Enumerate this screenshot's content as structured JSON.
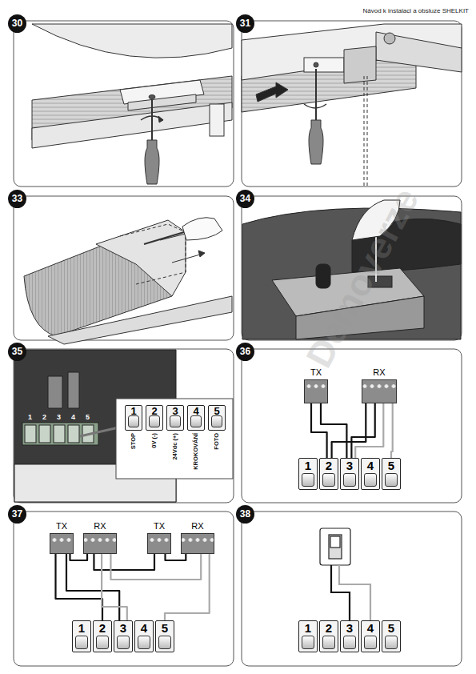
{
  "diagram": {
    "nodes": [
      {
        "text": [
          "1",
          "STOP"
        ]
      },
      {
        "text": [
          "2",
          "0V (-)"
        ]
      },
      {
        "text": [
          "3",
          "24Vdc (+)"
        ]
      },
      {
        "text": [
          "4",
          "KROKOVÁNÍ"
        ]
      },
      {
        "text": [
          "5",
          "FOTO"
        ]
      },
      {
        "text": [
          "TX"
        ]
      },
      {
        "text": [
          "RX"
        ]
      },
      {
        "text": [
          "1"
        ]
      },
      {
        "text": [
          "2"
        ]
      },
      {
        "text": [
          "3"
        ]
      },
      {
        "text": [
          "4"
        ]
      },
      {
        "text": [
          "5"
        ]
      },
      {
        "text": [
          "TX"
        ]
      },
      {
        "text": [
          "RX"
        ]
      },
      {
        "text": [
          "TX"
        ]
      },
      {
        "text": [
          "RX"
        ]
      },
      {
        "text": [
          "1"
        ]
      },
      {
        "text": [
          "2"
        ]
      },
      {
        "text": [
          "3"
        ]
      },
      {
        "text": [
          "4"
        ]
      },
      {
        "text": [
          "5"
        ]
      },
      {
        "text": [
          "1"
        ]
      },
      {
        "text": [
          "2"
        ]
      },
      {
        "text": [
          "3"
        ]
      },
      {
        "text": [
          "4"
        ]
      },
      {
        "text": [
          "5"
        ]
      }
    ],
    "edges": [
      {
        "from": 5,
        "to": 8,
        "arrow": "none"
      },
      {
        "from": 5,
        "to": 9,
        "arrow": "none"
      },
      {
        "from": 6,
        "to": 8,
        "arrow": "none"
      },
      {
        "from": 6,
        "to": 9,
        "arrow": "none"
      },
      {
        "from": 6,
        "to": 9,
        "arrow": "none"
      },
      {
        "from": 6,
        "to": 11,
        "arrow": "none"
      },
      {
        "from": 12,
        "to": 17,
        "arrow": "none"
      },
      {
        "from": 12,
        "to": 18,
        "arrow": "none"
      },
      {
        "from": 12,
        "to": 13,
        "arrow": "none"
      },
      {
        "from": 13,
        "to": 14,
        "arrow": "none"
      },
      {
        "from": 14,
        "to": 15,
        "arrow": "none"
      },
      {
        "from": 13,
        "to": 18,
        "arrow": "none"
      },
      {
        "from": 13,
        "to": 15,
        "arrow": "none"
      },
      {
        "from": 15,
        "to": 20,
        "arrow": "none"
      }
    ],
    "labels": [
      "Návod k instalaci a obsluze SHELKIT",
      "30",
      "31",
      "33",
      "34",
      "35",
      "1",
      "2",
      "3",
      "4",
      "5",
      "36",
      "37",
      "38",
      "Demoverze"
    ]
  }
}
